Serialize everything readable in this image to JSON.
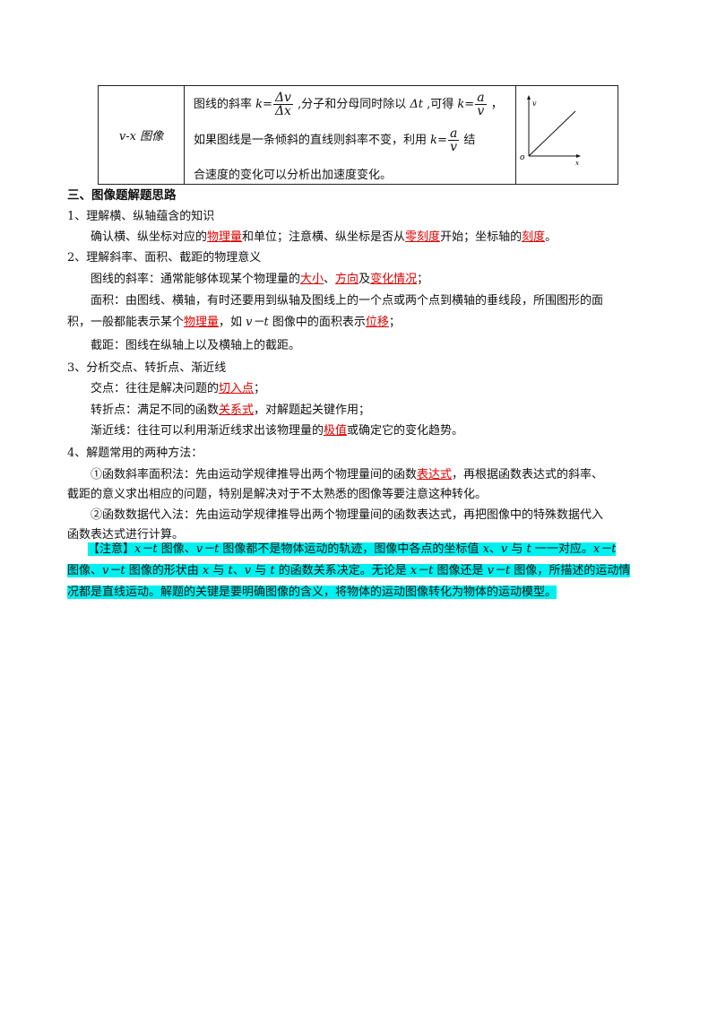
{
  "table": {
    "label": "v-x 图像",
    "desc": {
      "l1_a": "图线的斜率 ",
      "l1_k": "k",
      "l1_eq": "=",
      "l1_num": "Δv",
      "l1_den": "Δx",
      "l1_b": " ,分子和分母同时除以 ",
      "l1_dt": "Δt",
      "l1_c": " ,可得 ",
      "l1_k2": "k",
      "l1_eq2": "=",
      "l1_num2": "a",
      "l1_den2": "v",
      "l1_d": " ，",
      "l2_a": "如果图线是一条倾斜的直线则斜率不变，利用 ",
      "l2_k": "k",
      "l2_eq": "=",
      "l2_num": "a",
      "l2_den": "v",
      "l2_b": " 结",
      "l3": "合速度的变化可以分析出加速度变化。"
    },
    "graph": {
      "axis_y": "v",
      "axis_x": "x",
      "origin": "o"
    }
  },
  "section_title": "三、图像题解题思路",
  "p1": {
    "title": "1、理解横、纵轴蕴含的知识",
    "t1": "确认横、纵坐标对应的",
    "u1": "物理量",
    "t2": "和单位；注意横、纵坐标是否从",
    "u2": "零刻度",
    "t3": "开始；坐标轴的",
    "u3": "刻度",
    "t4": "。"
  },
  "p2": {
    "title": "2、理解斜率、面积、截距的物理意义",
    "s_t1": "图线的斜率：通常能够体现某个物理量的",
    "s_u1": "大小",
    "s_t2": "、",
    "s_u2": "方向",
    "s_t3": "及",
    "s_u3": "变化情况",
    "s_t4": "；",
    "a_l1": "面积：由图线、横轴，有时还要用到纵轴及图线上的一个点或两个点到横轴的垂线段，所围图形的面",
    "a_t1": "积，一般都能表示某个",
    "a_u1": "物理量",
    "a_t2": "，如 ",
    "a_vt": "v－t",
    "a_t3": " 图像中的面积表示",
    "a_u2": "位移",
    "a_t4": "；",
    "i": "截距：图线在纵轴上以及横轴上的截距。"
  },
  "p3": {
    "title": "3、分析交点、转折点、渐近线",
    "c_t1": "交点：往往是解决问题的",
    "c_u1": "切入点",
    "c_t2": "；",
    "z_t1": "转折点：满足不同的函数",
    "z_u1": "关系式",
    "z_t2": "，对解题起关键作用；",
    "j_t1": "渐近线：往往可以利用渐近线求出该物理量的",
    "j_u1": "极值",
    "j_t2": "或确定它的变化趋势。"
  },
  "p4": {
    "title": "4、解题常用的两种方法：",
    "m1_t1": "①函数斜率面积法：先由运动学规律推导出两个物理量间的函数",
    "m1_u1": "表达式",
    "m1_t2": "，再根据函数表达式的斜率、",
    "m1_l2": "截距的意义求出相应的问题，特别是解决对于不太熟悉的图像等要注意这种转化。",
    "m2_l1": "②函数数据代入法：先由运动学规律推导出两个物理量间的函数表达式，再把图像中的特殊数据代入",
    "m2_l2": "函数表达式进行计算。"
  },
  "note": {
    "n1_a": "【注意】",
    "n1_xt": "x－t",
    "n1_b": " 图像、",
    "n1_vt": "v－t",
    "n1_c": " 图像都不是物体运动的轨迹，图像中各点的坐标值 ",
    "n1_x": "x",
    "n1_d": "、",
    "n1_v": "v",
    "n1_e": " 与 ",
    "n1_t": "t",
    "n1_f": " 一一对应。",
    "n1_xt2": "x－t",
    "n2_a": "图像、",
    "n2_vt": "v－t",
    "n2_b": " 图像的形状由 ",
    "n2_x": "x",
    "n2_c": " 与 ",
    "n2_t": "t",
    "n2_d": "、",
    "n2_v": "v",
    "n2_e": " 与 ",
    "n2_t2": "t",
    "n2_f": " 的函数关系决定。无论是 ",
    "n2_xt": "x－t",
    "n2_g": " 图像还是 ",
    "n2_vt2": "v－t",
    "n2_h": " 图像，所描述的运动情",
    "n3": "况都是直线运动。解题的关键是要明确图像的含义，将物体的运动图像转化为物体的运动模型。"
  },
  "colors": {
    "underline": "#e00000",
    "highlight": "#00f0f0"
  }
}
